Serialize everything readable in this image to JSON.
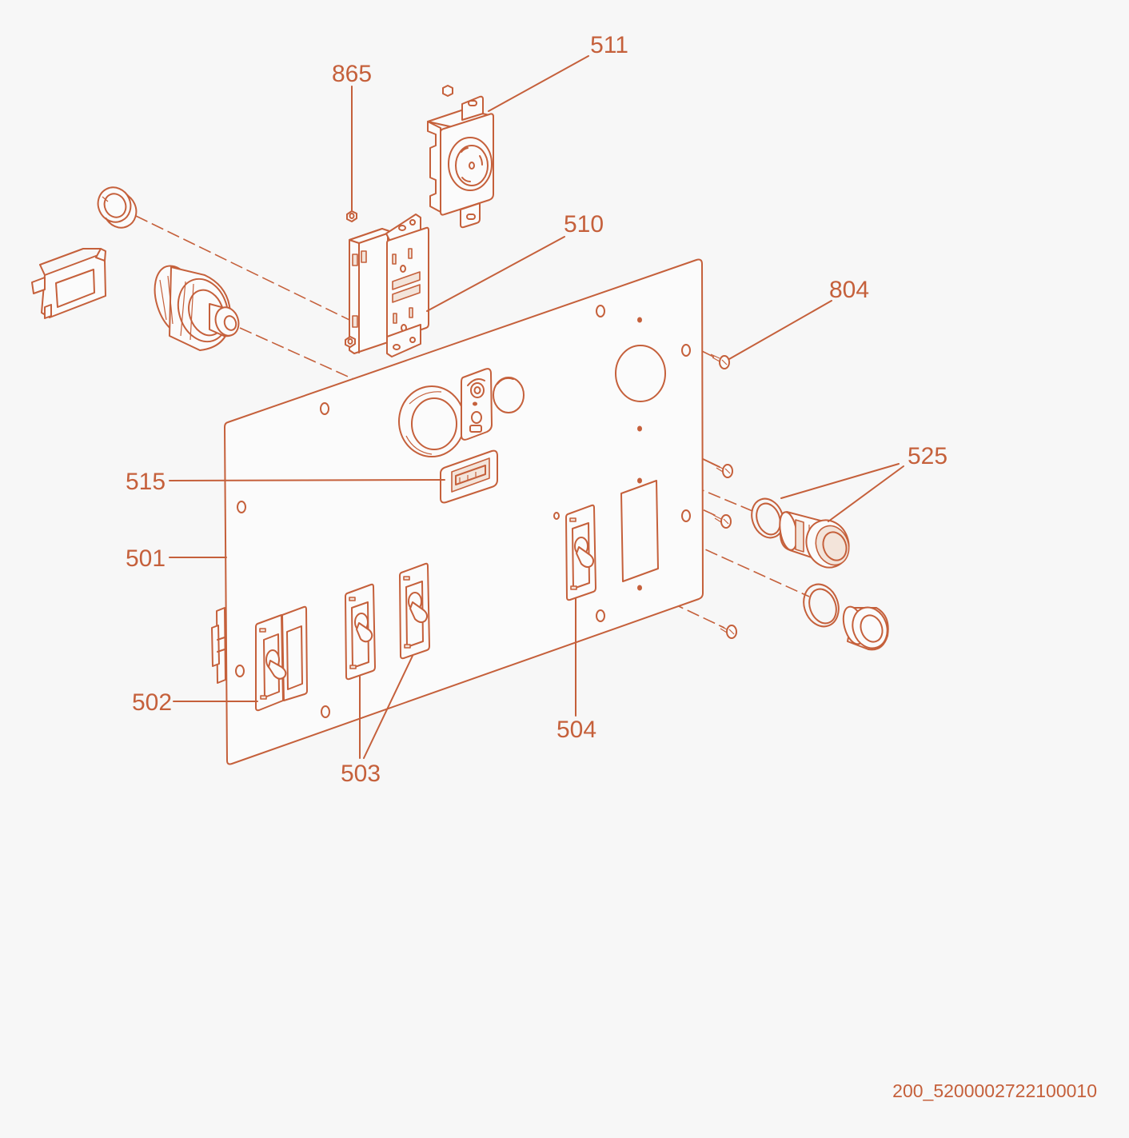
{
  "diagram": {
    "callouts": {
      "label_511": "511",
      "label_865": "865",
      "label_510": "510",
      "label_804": "804",
      "label_525": "525",
      "label_515": "515",
      "label_501": "501",
      "label_502": "502",
      "label_503": "503",
      "label_504": "504"
    },
    "footer_code": "200_5200002722100010"
  },
  "colors": {
    "line": "#c5603b",
    "background": "#f7f7f7"
  }
}
